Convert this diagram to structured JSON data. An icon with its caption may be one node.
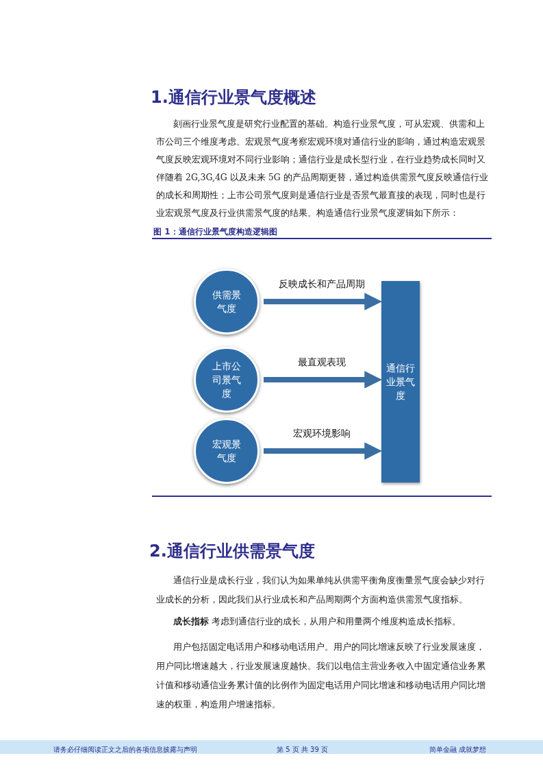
{
  "diagram": {
    "nodes": [
      {
        "text": [
          "供需景气度"
        ]
      },
      {
        "text": [
          "上市公司景气度"
        ]
      },
      {
        "text": [
          "宏观景气度"
        ]
      },
      {
        "text": [
          "通信行业景气度"
        ]
      }
    ],
    "edges": [
      {
        "from": 0,
        "to": 3,
        "arrow": "to",
        "label": "反映成长和产品周期"
      },
      {
        "from": 1,
        "to": 3,
        "arrow": "to",
        "label": "最直观表现"
      },
      {
        "from": 2,
        "to": 3,
        "arrow": "to",
        "label": "宏观环境影响"
      }
    ],
    "labels": [
      "1.通信行业景气度概述",
      "刻画行业景气度是研究行业配置的基础。构造行业景气度，可从宏观、供需和上市公司三个维度考虑。宏观景气度考察宏观环境对通信行业的影响，通过构造宏观景气度反映宏观环境对不同行业影响；通信行业是成长型行业，在行业趋势成长同时又伴随着 2G,3G,4G 以及未来 5G 的产品周期更替，通过构造供需景气度反映通信行业的成长和周期性；上市公司景气度则是通信行业是否景气最直接的表现，同时也是行业宏观景气度及行业供需景气度的结果。构造通信行业景气度逻辑如下所示：",
      "图 1：通信行业景气度构造逻辑图",
      "2.通信行业供需景气度",
      "通信行业是成长行业，我们认为如果单纯从供需平衡角度衡量景气度会缺少对行业成长的分析，因此我们从行业成长和产品周期两个方面构造供需景气度指标。",
      "**成长指标** 考虑到通信行业的成长，从用户和用量两个维度构造成长指标。",
      "用户包括固定电话用户和移动电话用户。用户的同比增速反映了行业发展速度，用户同比增速越大，行业发展速度越快。我们以电信主营业务收入中固定通信业务累计值和移动通信业务累计值的比例作为固定电话用户同比增速和移动电话用户同比增速的权重，构造用户增速指标。",
      "请务必仔细阅读正文之后的各项信息披露与声明",
      "第 5 页 共 39 页",
      "简单金融 成就梦想"
    ]
  }
}
